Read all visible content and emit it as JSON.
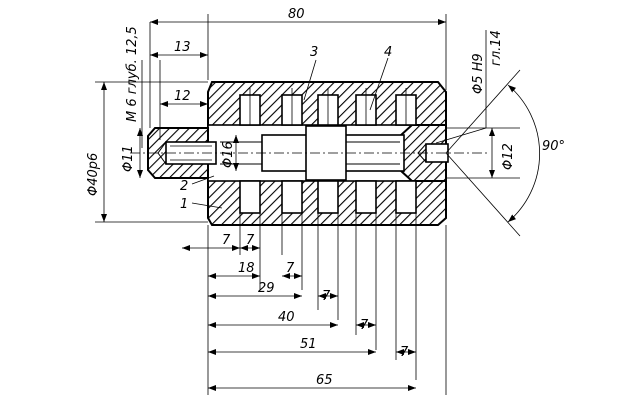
{
  "drawing": {
    "dims": {
      "total_length": "80",
      "d13": "13",
      "d12": "12",
      "thread": "M 6 глуб. 12,5",
      "dia_body": "Φ40p6",
      "dia_11": "Φ11",
      "dia_16": "Φ16",
      "dia_12": "Φ12",
      "hole_5": "Φ5 H9",
      "hole_depth": "гл.14",
      "angle": "90°",
      "pitch_7": "7",
      "s18": "18",
      "s29": "29",
      "s40": "40",
      "s51": "51",
      "s65": "65"
    },
    "labels": {
      "p1": "1",
      "p2": "2",
      "p3": "3",
      "p4": "4"
    }
  }
}
